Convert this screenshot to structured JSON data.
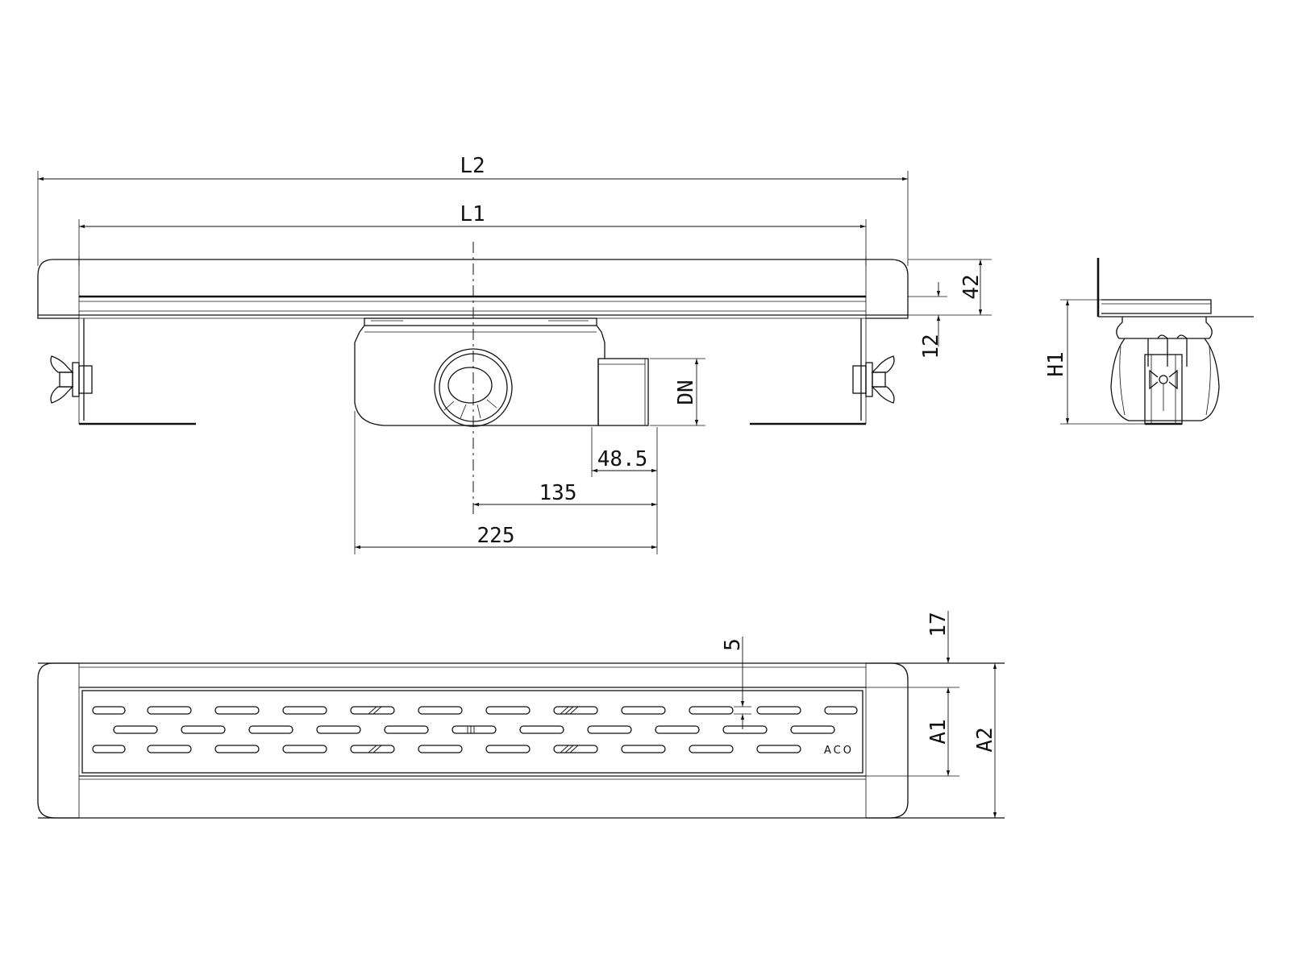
{
  "dimensions": {
    "l2": "L2",
    "l1": "L1",
    "h42": "42",
    "h12": "12",
    "dn": "DN",
    "d485": "48.5",
    "d135": "135",
    "d225": "225",
    "h1": "H1",
    "d17": "17",
    "d5": "5",
    "a1": "A1",
    "a2": "A2"
  },
  "grate": {
    "logo_text": "ACO"
  }
}
